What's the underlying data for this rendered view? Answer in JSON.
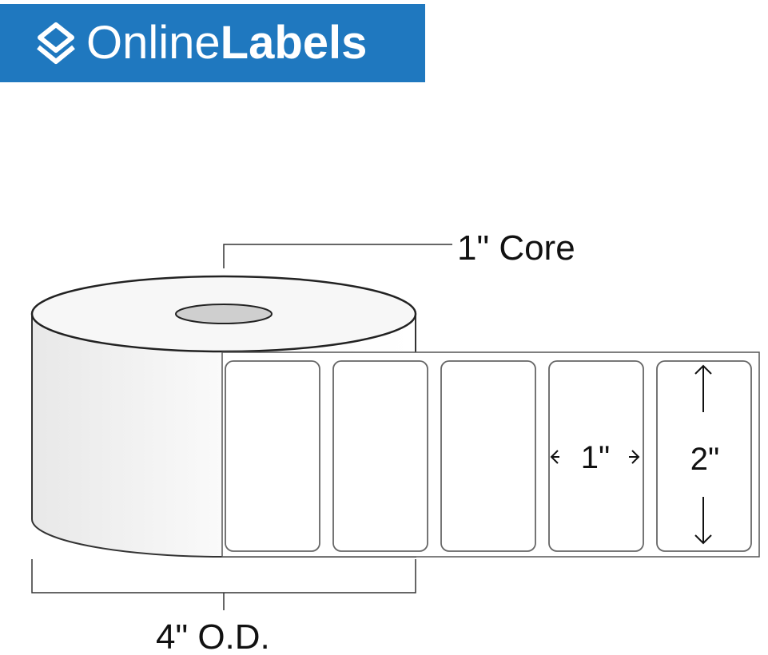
{
  "brand": {
    "name_light": "Online",
    "name_bold": "Labels",
    "color": "#1f78bf",
    "icon": "layered-diamond-logo-icon"
  },
  "diagram": {
    "core_label": "1\" Core",
    "outer_diameter_label": "4\" O.D.",
    "label_width": "1\"",
    "label_height": "2\"",
    "label_count": 5
  }
}
